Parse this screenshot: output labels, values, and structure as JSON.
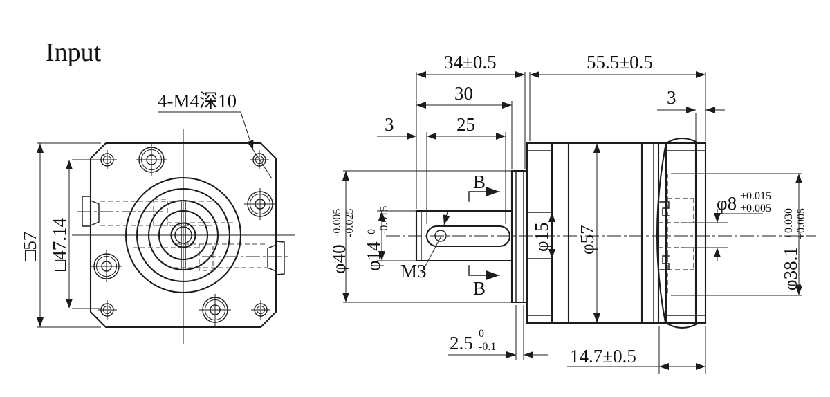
{
  "labels": {
    "view_title": "Input",
    "corner_holes": "4-M4深10",
    "set_screw": "M3",
    "section_mark": "B"
  },
  "dims": {
    "square_outer": "□57",
    "square_bolt_circle": "□47.14",
    "len_shaft_total": "34±0.5",
    "len_body": "55.5±0.5",
    "len_shaft_usable": "30",
    "len_keyway": "25",
    "len_shaft_end": "3",
    "len_rear_plate": "3",
    "dia_pilot": {
      "base": "φ40",
      "sup": "-0.005",
      "sub": "-0.025"
    },
    "dia_shaft": {
      "base": "φ14",
      "sup": "0",
      "sub": "-0.015"
    },
    "dia_bearing_boss": "φ15",
    "dia_body": "φ57",
    "dia_motor_shaft_bore": {
      "base": "φ8",
      "sup": "+0.015",
      "sub": "+0.005"
    },
    "dia_motor_pilot_bore": {
      "base": "φ38.1",
      "sup": "+0.030",
      "sub": "+0.005"
    },
    "len_pilot_step": {
      "base": "2.5",
      "sup": "0",
      "sub": "-0.1"
    },
    "len_rear_section": "14.7±0.5"
  },
  "colors": {
    "line": "#1c1c1c",
    "background": "#ffffff"
  }
}
